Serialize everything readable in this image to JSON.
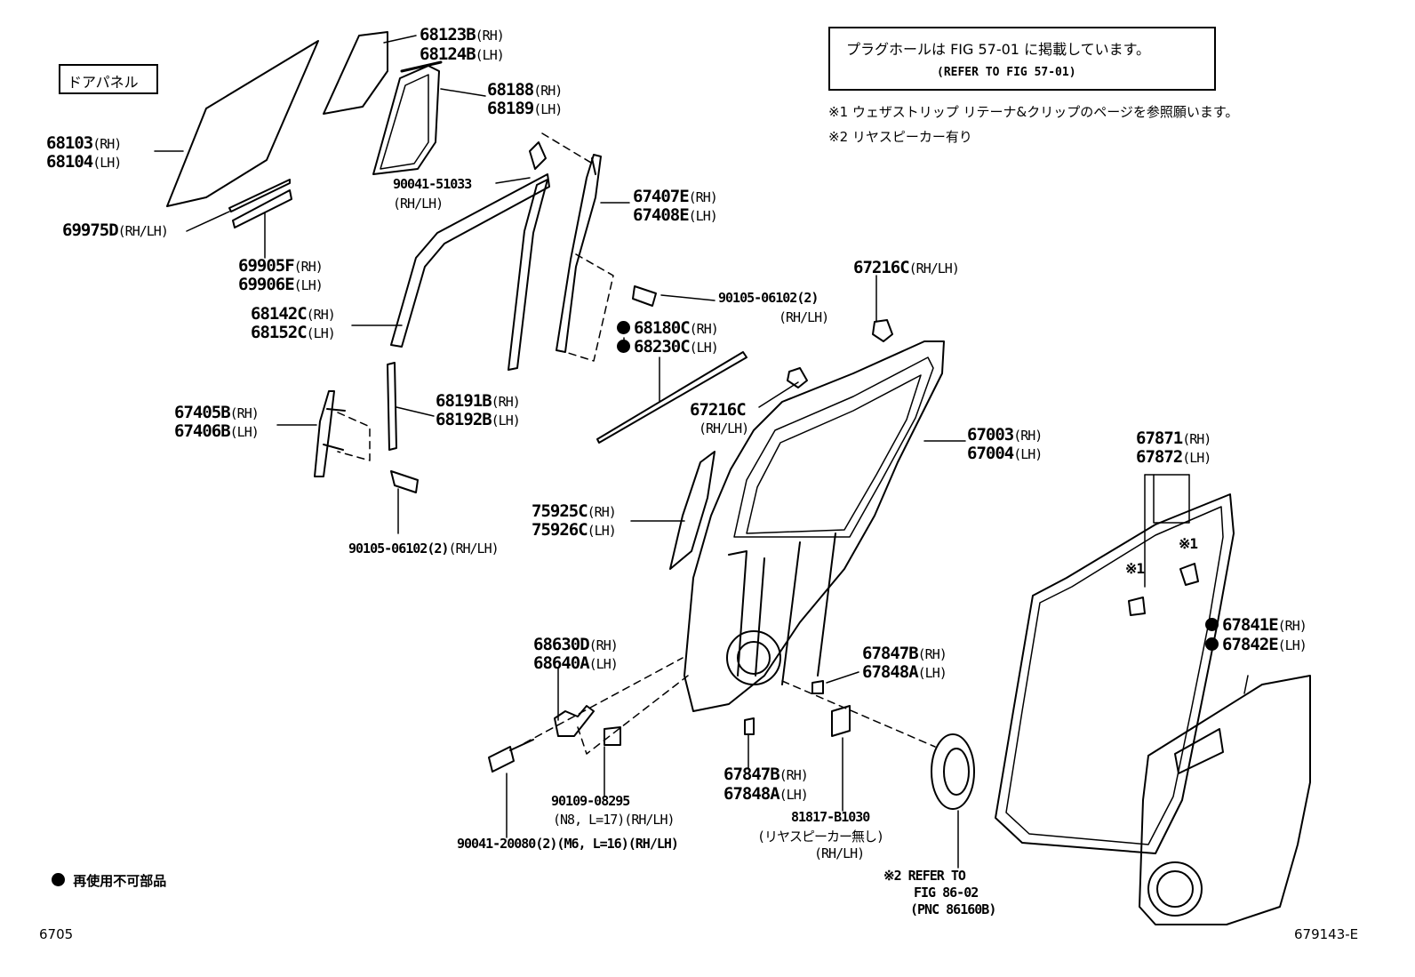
{
  "header": {
    "door_panel_label": "ドアパネル",
    "refer_note_jp": "プラグホールは FIG 57-01 に掲載しています。",
    "refer_note_en": "(REFER TO FIG 57-01)",
    "note_1": "※1 ウェザストリップ リテーナ&クリップのページを参照願います。",
    "note_2": "※2 リヤスピーカー有り"
  },
  "parts": {
    "p68123B": "68123B",
    "p68124B": "68124B",
    "p68188": "68188",
    "p68189": "68189",
    "p68103": "68103",
    "p68104": "68104",
    "p90041_51033": "90041-51033",
    "p69975D": "69975D",
    "p69905F": "69905F",
    "p69906E": "69906E",
    "p67407E": "67407E",
    "p67408E": "67408E",
    "p90105_06102a": "90105-06102",
    "p90105_qty": "(2)",
    "p68142C": "68142C",
    "p68152C": "68152C",
    "p68180C": "68180C",
    "p68230C": "68230C",
    "p67216C_a": "67216C",
    "p67216C_b": "67216C",
    "p68191B": "68191B",
    "p68192B": "68192B",
    "p67405B": "67405B",
    "p67406B": "67406B",
    "p67003": "67003",
    "p67004": "67004",
    "p67871": "67871",
    "p67872": "67872",
    "p75925C": "75925C",
    "p75926C": "75926C",
    "p90105_06102b": "90105-06102(2)",
    "p68630D": "68630D",
    "p68640A": "68640A",
    "p67847B_a": "67847B",
    "p67848A_a": "67848A",
    "p67841E": "67841E",
    "p67842E": "67842E",
    "p67847B_b": "67847B",
    "p67848A_b": "67848A",
    "p90109_08295": "90109-08295",
    "p90109_spec": "(N8, L=17)(RH/LH)",
    "p81817_B1030": "81817-B1030",
    "p81817_note": "(リヤスピーカー無し)",
    "p90041_20080": "90041-20080(2)(M6, L=16)(RH/LH)",
    "refer86_l1": "※2 REFER TO",
    "refer86_l2": "FIG 86-02",
    "refer86_l3": "(PNC 86160B)"
  },
  "sides": {
    "rh": "(RH)",
    "lh": "(LH)",
    "rhlh": "(RH/LH)"
  },
  "marks": {
    "k1": "※1"
  },
  "footer": {
    "legend": "再使用不可部品",
    "fig_code": "6705",
    "illust_no": "679143-E"
  }
}
